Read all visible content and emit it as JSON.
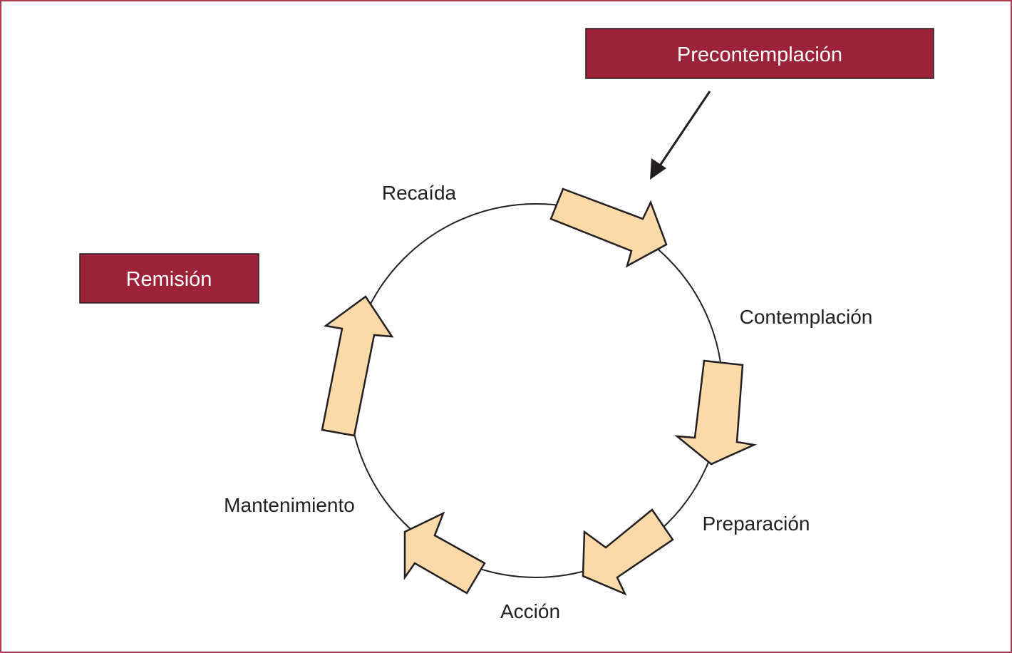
{
  "diagram": {
    "entry_box": "Precontemplación",
    "exit_box": "Remisión",
    "stages": {
      "recaida": "Recaída",
      "contemplacion": "Contemplación",
      "preparacion": "Preparación",
      "accion": "Acción",
      "mantenimiento": "Mantenimiento"
    },
    "colors": {
      "box": "#9b2237",
      "arrow_fill": "#fcd9a8",
      "border": "#b03a55"
    }
  }
}
